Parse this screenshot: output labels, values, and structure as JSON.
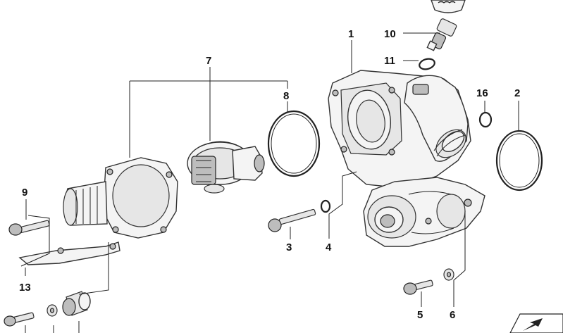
{
  "diagram": {
    "callouts": {
      "c1": "1",
      "c2": "2",
      "c3": "3",
      "c4": "4",
      "c5": "5",
      "c6": "6",
      "c7": "7",
      "c8": "8",
      "c9": "9",
      "c10": "10",
      "c11": "11",
      "c13": "13",
      "c16": "16"
    }
  },
  "colors": {
    "line": "#222222",
    "part_fill": "#f4f4f4",
    "shade": "#bdbdbd",
    "background": "#ffffff"
  },
  "icons": [
    "navigation-arrow-icon"
  ]
}
